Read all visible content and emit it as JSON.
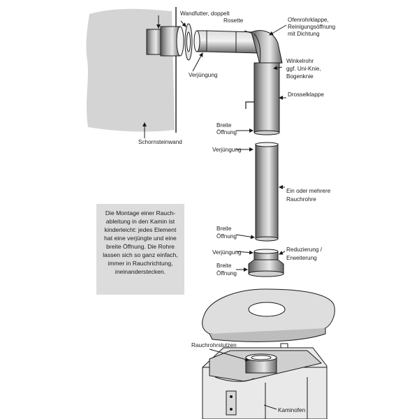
{
  "labels": {
    "wandfutter": "Wandfutter, doppelt",
    "rosette": "Rosette",
    "verjuengung_top": "Verjüngung",
    "schornsteinwand": "Schornsteinwand",
    "ofenrohrklappe_1": "Ofenrohrklappe,",
    "ofenrohrklappe_2": "Reinigungsöffnung",
    "ofenrohrklappe_3": "mit Dichtung",
    "winkelrohr_1": "Winkelrohr",
    "winkelrohr_2": "ggf. Uni-Knie,",
    "winkelrohr_3": "Bogenknie",
    "drosselklappe": "Drosselklappe",
    "breite_1a": "Breite",
    "breite_1b": "Öffnung",
    "verjuengung_mid": "Verjüngung",
    "rauchrohre_1": "Ein oder mehrere",
    "rauchrohre_2": "Rauchrohre",
    "breite_2a": "Breite",
    "breite_2b": "Öffnung",
    "verjuengung_low": "Verjüngung",
    "reduzierung_1": "Reduzierung /",
    "reduzierung_2": "Erweiterung",
    "breite_3a": "Breite",
    "breite_3b": "Öffnung",
    "rauchrohrstutzen": "Rauchrohrstutzen",
    "kaminofen": "Kaminofen"
  },
  "info_lines": [
    "Die Montage einer Rauch-",
    "ableitung in den Kamin ist",
    "kinderleicht: jedes Element",
    "hat eine verjüngte und eine",
    "breite Öffnung. Die Rohre",
    "lassen sich so ganz einfach,",
    "immer in Rauchrichtung,",
    "ineinanderstecken."
  ],
  "colors": {
    "wall": "#d4d4d4",
    "pipe_light": "#e6e6e6",
    "pipe_dark": "#6a6a6a",
    "line": "#1a1a1a",
    "info_bg": "#dcdcdc"
  }
}
